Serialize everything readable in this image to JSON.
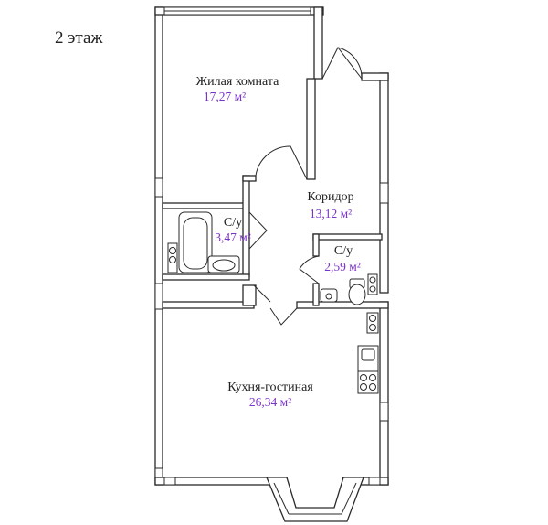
{
  "floor_label": "2 этаж",
  "rooms": [
    {
      "name": "Жилая комната",
      "area": "17,27 м²"
    },
    {
      "name": "Коридор",
      "area": "13,12 м²"
    },
    {
      "name": "С/у",
      "area": "3,47 м²"
    },
    {
      "name": "С/у",
      "area": "2,59 м²"
    },
    {
      "name": "Кухня-гостиная",
      "area": "26,34 м²"
    }
  ],
  "colors": {
    "area_text": "#7b34c9",
    "walls": "#2a2a2a"
  }
}
